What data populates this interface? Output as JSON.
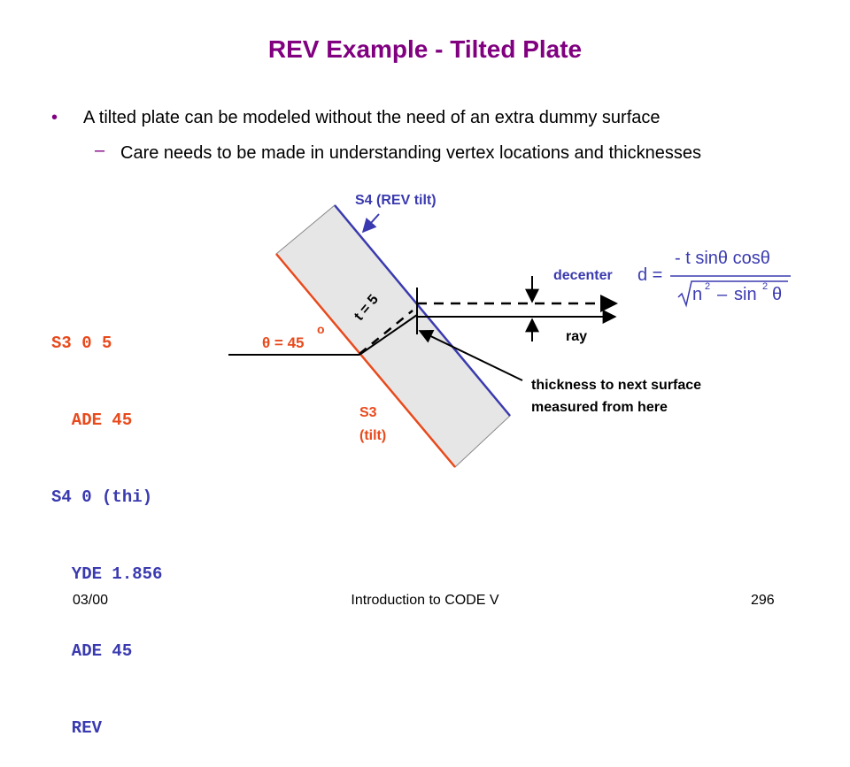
{
  "title": "REV Example - Tilted Plate",
  "bullets": {
    "b1_marker": "•",
    "b1": "A tilted plate can be modeled without the need of an extra dummy surface",
    "b2_marker": "–",
    "b2": "Care needs to be made in understanding vertex locations and thicknesses"
  },
  "code": {
    "l1": "S3 0 5",
    "l2": "  ADE 45",
    "l3": "S4 0 (thi)",
    "l4": "  YDE 1.856",
    "l5": "  ADE 45",
    "l6": "  REV"
  },
  "labels": {
    "s4": "S4 (REV tilt)",
    "s3a": "S3",
    "s3b": "(tilt)",
    "theta": "θ = 45",
    "degree": "o",
    "t": "t = 5",
    "decenter": "decenter",
    "ray": "ray",
    "thickness1": "thickness to next surface",
    "thickness2": "measured from here"
  },
  "equation": {
    "lhs": "d =",
    "numerator": "- t sinθ cosθ",
    "n": "n",
    "exp": "2",
    "minus": "–",
    "sin": "sin",
    "theta": "θ"
  },
  "footer": {
    "date": "03/00",
    "title": "Introduction to CODE V",
    "page": "296"
  },
  "colors": {
    "title": "#800080",
    "s3": "#e84a1c",
    "s4": "#3a3ab0",
    "plate": "#e6e6e6"
  }
}
